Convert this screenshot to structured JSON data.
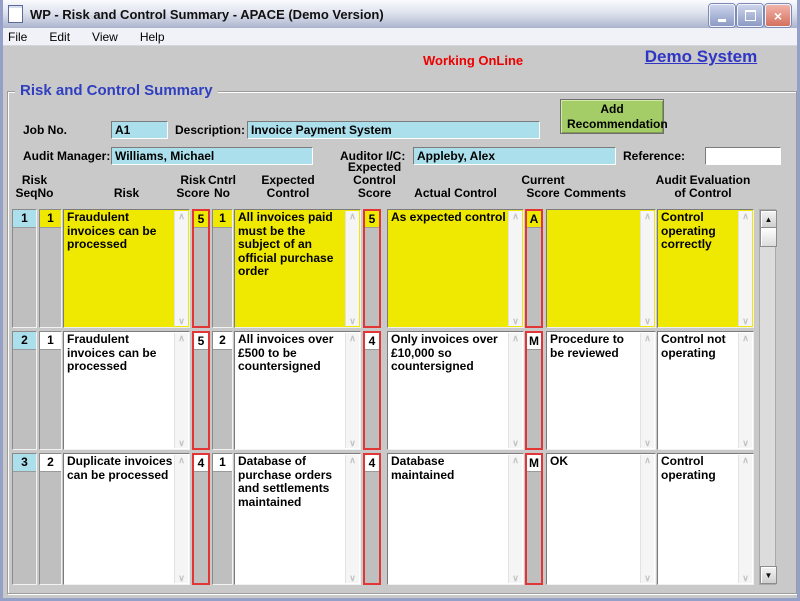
{
  "window": {
    "title": "WP - Risk and Control Summary - APACE (Demo Version)"
  },
  "menu": {
    "items": [
      "File",
      "Edit",
      "View",
      "Help"
    ]
  },
  "status": {
    "working_online": "Working OnLine",
    "demo_system": "Demo System"
  },
  "form": {
    "group_title": "Risk and Control Summary",
    "job_no_label": "Job No.",
    "job_no": "A1",
    "description_label": "Description:",
    "description": "Invoice Payment System",
    "audit_manager_label": "Audit Manager:",
    "audit_manager": "Williams, Michael",
    "auditor_ic_label": "Auditor I/C:",
    "auditor_ic": "Appleby, Alex",
    "reference_label": "Reference:",
    "reference": "",
    "add_recommendation_label": "Add Recommendation"
  },
  "grid": {
    "headers": {
      "seq": [
        "Risk",
        "SeqNo"
      ],
      "risk": "Risk",
      "risk_score": [
        "Risk",
        "Score"
      ],
      "cntrl": [
        "Cntrl",
        "No"
      ],
      "expected": [
        "Expected",
        "Control"
      ],
      "expected_score": [
        "Expected",
        "Control",
        "Score"
      ],
      "actual": "Actual Control",
      "current": [
        "Current",
        "Score"
      ],
      "comments": "Comments",
      "audit": [
        "Audit Evaluation",
        "of Control"
      ]
    },
    "rows": [
      {
        "seq": "1",
        "risk_no": "1",
        "risk": "Fraudulent invoices can be processed",
        "risk_score": "5",
        "cntrl_no": "1",
        "expected": "All invoices paid must be the subject of an official purchase order",
        "expected_score": "5",
        "actual": "As expected control",
        "current": "A",
        "comments": "",
        "evaluation": "Control operating correctly"
      },
      {
        "seq": "2",
        "risk_no": "1",
        "risk": "Fraudulent invoices can be processed",
        "risk_score": "5",
        "cntrl_no": "2",
        "expected": "All invoices over £500 to be countersigned",
        "expected_score": "4",
        "actual": "Only invoices over £10,000 so countersigned",
        "current": "M",
        "comments": "Procedure to be reviewed",
        "evaluation": "Control not operating"
      },
      {
        "seq": "3",
        "risk_no": "2",
        "risk": "Duplicate invoices can be processed",
        "risk_score": "4",
        "cntrl_no": "1",
        "expected": "Database of purchase orders and settlements maintained",
        "expected_score": "4",
        "actual": "Database maintained",
        "current": "M",
        "comments": "OK",
        "evaluation": "Control operating"
      }
    ]
  },
  "colors": {
    "field_cyan": "#abdfeb",
    "highlight_yellow": "#efe800",
    "score_border_red": "#e23535",
    "button_green": "#a4cd68",
    "status_red": "#ee0000",
    "accent_blue": "#2f35c4",
    "window_border_blue": "#94a0c8"
  }
}
